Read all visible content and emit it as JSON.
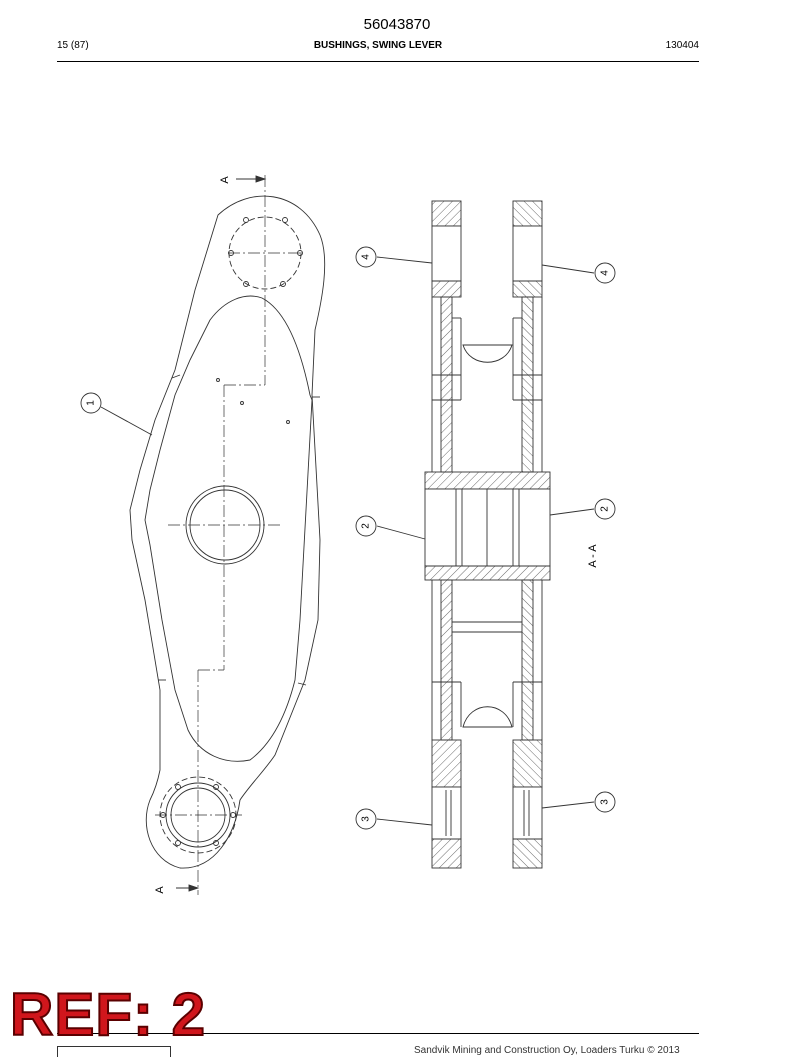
{
  "header": {
    "part_number": "56043870",
    "page": "15 (87)",
    "title": "BUSHINGS, SWING LEVER",
    "code": "130404"
  },
  "drawing": {
    "section_marker": "A",
    "section_label": "A - A",
    "callouts": [
      "1",
      "2",
      "2",
      "3",
      "3",
      "4",
      "4"
    ]
  },
  "ref_label": "REF: 2",
  "footer": {
    "copyright": "Sandvik Mining and Construction Oy, Loaders Turku © 2013"
  }
}
